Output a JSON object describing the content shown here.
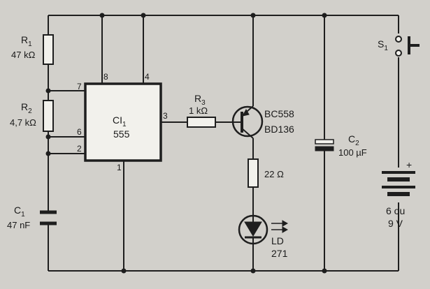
{
  "components": {
    "r1": {
      "ref_letter": "R",
      "ref_sub": "1",
      "value": "47 kΩ"
    },
    "r2": {
      "ref_letter": "R",
      "ref_sub": "2",
      "value": "4,7 kΩ"
    },
    "r3": {
      "ref_letter": "R",
      "ref_sub": "3",
      "value": "1 kΩ"
    },
    "r4": {
      "value": "22 Ω"
    },
    "c1": {
      "ref_letter": "C",
      "ref_sub": "1",
      "value": "47 nF"
    },
    "c2": {
      "ref_letter": "C",
      "ref_sub": "2",
      "value": "100 µF"
    },
    "ic": {
      "ref_letter": "CI",
      "ref_sub": "1",
      "part": "555",
      "pins": {
        "p8": "8",
        "p4": "4",
        "p7": "7",
        "p6": "6",
        "p2": "2",
        "p3": "3",
        "p1": "1"
      }
    },
    "transistor": {
      "model_1": "BC558",
      "model_2": "BD136"
    },
    "led": {
      "ref": "LD",
      "part": "271"
    },
    "switch": {
      "ref_letter": "S",
      "ref_sub": "1"
    },
    "battery": {
      "polarity": "+",
      "voltage_1": "6 ou",
      "voltage_2": "9 V"
    }
  }
}
